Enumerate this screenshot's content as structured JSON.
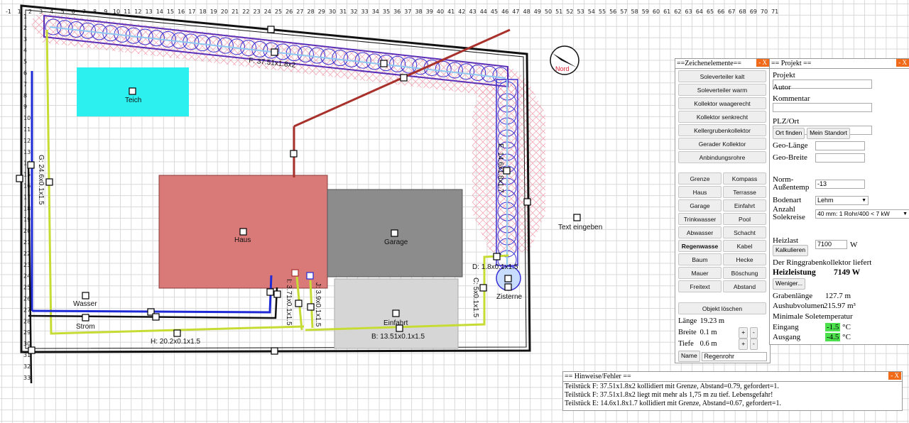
{
  "ruler": {
    "top": [
      "-1",
      "1",
      "2",
      "3",
      "4",
      "5",
      "6",
      "7",
      "8",
      "9",
      "10",
      "11",
      "12",
      "13",
      "14",
      "15",
      "16",
      "17",
      "18",
      "19",
      "20",
      "21",
      "22",
      "23",
      "24",
      "25",
      "26",
      "27",
      "28",
      "29",
      "30",
      "31",
      "32",
      "33",
      "34",
      "35",
      "36",
      "37",
      "38",
      "39",
      "40",
      "41",
      "42",
      "43",
      "44",
      "45",
      "46",
      "47",
      "48",
      "49",
      "50",
      "51",
      "52",
      "53",
      "54",
      "55",
      "56",
      "57",
      "58",
      "59",
      "60",
      "61",
      "62",
      "63",
      "64",
      "65",
      "66",
      "67",
      "68",
      "69",
      "70",
      "71"
    ],
    "left": [
      "1",
      "2",
      "3",
      "4",
      "5",
      "6",
      "7",
      "8",
      "9",
      "10",
      "11",
      "12",
      "13",
      "14",
      "15",
      "16",
      "17",
      "18",
      "19",
      "20",
      "21",
      "22",
      "23",
      "24",
      "25",
      "26",
      "27",
      "28",
      "29",
      "30",
      "31",
      "32",
      "33"
    ]
  },
  "plan": {
    "teich": "Teich",
    "haus": "Haus",
    "garage": "Garage",
    "einfahrt": "Einfahrt",
    "zisterne": "Zisterne",
    "wasser": "Wasser",
    "strom": "Strom",
    "text_eingeben": "Text eingeben",
    "nord": "Nord",
    "label_f": "F: 37.51x1.8x2",
    "label_e": "E: 14.6x1.8x1.7",
    "label_g": "G: 24.6x0.1x1.5",
    "label_h": "H: 20.2x0.1x1.5",
    "label_b": "B: 13.51x0.1x1.5",
    "label_d": "D: 1.8x0.1x1.5",
    "label_c": "C: 5x0.1x1.5",
    "label_short1": "I: 3.71x0.1x1.5",
    "label_short2": "J: 3.9x0.1x1.5"
  },
  "colors": {
    "haus": "#d97a78",
    "garage": "#8c8c8c",
    "einfahrt": "#d6d6d6",
    "teich": "#2cf0f0",
    "collector": "#3a2fd1",
    "pipe_green": "#c6dc35",
    "pipe_red": "#a8312c",
    "hatch": "#f2a0b0",
    "close": "#f06a1a",
    "highlight": "#4ce04c"
  },
  "elements_panel": {
    "title": "==Zeichenelemente==",
    "close": "- X",
    "wide_buttons": [
      "Soleverteiler kalt",
      "Soleverteiler warm",
      "Kollektor waagerecht",
      "Kollektor senkrecht",
      "Kellergrubenkollektor",
      "Gerader Kollektor",
      "Anbindungsrohre"
    ],
    "grid_buttons": [
      [
        "Grenze",
        "Kompass"
      ],
      [
        "Haus",
        "Terrasse"
      ],
      [
        "Garage",
        "Einfahrt"
      ],
      [
        "Trinkwasser",
        "Pool"
      ],
      [
        "Abwasser",
        "Schacht"
      ],
      [
        "Regenwasse",
        "Kabel"
      ],
      [
        "Baum",
        "Hecke"
      ],
      [
        "Mauer",
        "Böschung"
      ],
      [
        "Freitext",
        "Abstand"
      ]
    ],
    "delete": "Objekt löschen",
    "length_label": "Länge",
    "length_value": "19.23 m",
    "width_label": "Breite",
    "width_value": "0.1 m",
    "depth_label": "Tiefe",
    "depth_value": "0.6 m",
    "plus": "+",
    "minus": "-",
    "name_btn": "Name",
    "name_value": "Regenrohr"
  },
  "project_panel": {
    "title": "== Projekt ==",
    "close": "- X",
    "projekt": "Projekt",
    "autor": "Autor",
    "kommentar": "Kommentar",
    "plz": "PLZ/Ort",
    "ort_finden": "Ort finden",
    "mein_standort": "Mein Standort",
    "geo_laenge": "Geo-Länge",
    "geo_breite": "Geo-Breite",
    "norm_label": "Norm-Außentemp",
    "norm_value": "-13",
    "bodenart_label": "Bodenart",
    "bodenart_value": "Lehm",
    "anzahl_label": "Anzahl Solekreise",
    "anzahl_value": "40 mm: 1 Rohr/400  < 7 kW",
    "heizlast_label": "Heizlast",
    "kalkulieren": "Kalkulieren",
    "heizlast_value": "7100",
    "heizlast_unit": "W",
    "liefert": "Der Ringgrabenkollektor liefert",
    "heizleistung_label": "Heizleistung",
    "heizleistung_value": "7149 W",
    "weniger": "Weniger...",
    "grabenlaenge_label": "Grabenlänge",
    "grabenlaenge_value": "127.7 m",
    "aushub_label": "Aushubvolumen",
    "aushub_value": "215.97 m³",
    "min_sole": "Minimale Soletemperatur",
    "eingang_label": "Eingang",
    "eingang_value": "-1.5",
    "ausgang_label": "Ausgang",
    "ausgang_value": "-4.5",
    "unit_c": "°C"
  },
  "hints_panel": {
    "title": "== Hinweise/Fehler ==",
    "close": "- X",
    "lines": [
      "Teilstück F: 37.51x1.8x2 kollidiert mit Grenze, Abstand=0.79, gefordert=1.",
      "Teilstück F: 37.51x1.8x2 liegt mit mehr als 1,75 m zu tief. Lebensgefahr!",
      "Teilstück E: 14.6x1.8x1.7 kollidiert mit Grenze, Abstand=0.67, gefordert=1."
    ]
  }
}
